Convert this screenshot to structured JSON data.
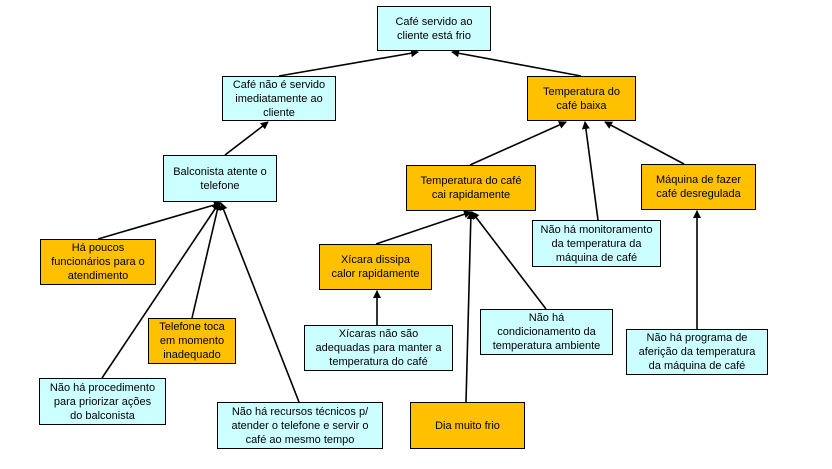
{
  "colors": {
    "cause_fill": "#ccffff",
    "factor_fill": "#ffc000",
    "stroke": "#000000"
  },
  "nodes": {
    "cafe_frio": "Café servido ao\ncliente está frio",
    "nao_servido": "Café não é servido\nimediatamente ao\ncliente",
    "temp_baixa": "Temperatura do\ncafé baixa",
    "balconista": "Balconista atente o\ntelefone",
    "temp_cai": "Temperatura do café\ncai rapidamente",
    "maquina_desregulada": "Máquina de fazer\ncafé desregulada",
    "poucos_funcionarios": "Há poucos\nfuncionários para o\natendimento",
    "xicara_dissipa": "Xícara dissipa\ncalor rapidamente",
    "sem_monitoramento": "Não há monitoramento\nda temperatura da\nmáquina de café",
    "telefone_toca": "Telefone toca\nem momento\ninadequado",
    "xicaras_inadequadas": "Xícaras não são\nadequadas para manter a\ntemperatura do café",
    "sem_condicionamento": "Não há\ncondicionamento da\ntemperatura ambiente",
    "sem_afericao": "Não há programa de\naferição da temperatura\nda máquina de café",
    "sem_procedimento": "Não há procedimento\npara priorizar ações\ndo balconista",
    "sem_recursos": "Não há recursos técnicos p/\natender o telefone e servir o\ncafé ao mesmo tempo",
    "dia_frio": "Dia muito frio"
  }
}
